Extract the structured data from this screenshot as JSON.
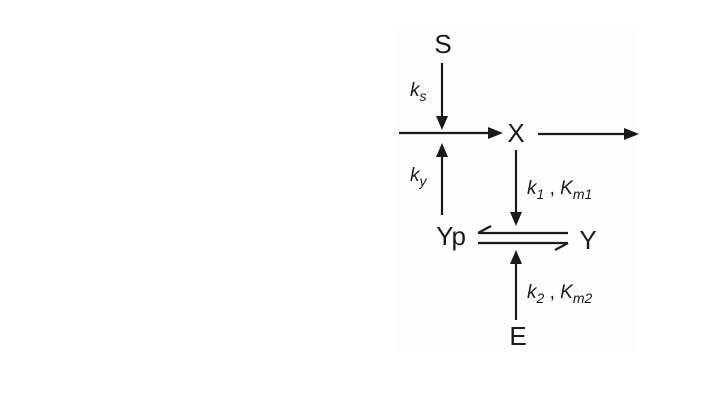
{
  "nodes": {
    "s": "S",
    "x": "X",
    "yp": "Yp",
    "y": "Y",
    "e": "E"
  },
  "rates": {
    "ks": {
      "symbol": "k",
      "sub": "s"
    },
    "ky": {
      "symbol": "k",
      "sub": "y"
    },
    "k1": {
      "symbol": "k",
      "sub": "1",
      "sep": " , ",
      "symbol2": "K",
      "sub2": "m1"
    },
    "k2": {
      "symbol": "k",
      "sub": "2",
      "sep": " , ",
      "symbol2": "K",
      "sub2": "m2"
    }
  },
  "colors": {
    "ink": "#1a1a1a",
    "panel": "#fdfdfd",
    "page": "#ffffff"
  }
}
